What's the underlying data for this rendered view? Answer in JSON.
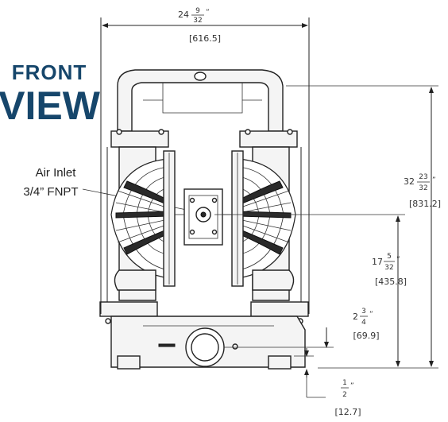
{
  "title": {
    "line1": "FRONT",
    "line2": "VIEW"
  },
  "callout": {
    "line1": "Air Inlet",
    "line2": "3/4” FNPT"
  },
  "dimensions": {
    "width": {
      "whole": "24",
      "num": "9",
      "den": "32",
      "mark": "”",
      "metric": "[616.5]"
    },
    "height": {
      "whole": "32",
      "num": "23",
      "den": "32",
      "mark": "”",
      "metric": "[831.2]"
    },
    "inlet_height": {
      "whole": "17",
      "num": "5",
      "den": "32",
      "mark": "”",
      "metric": "[435.8]"
    },
    "base_height": {
      "whole": "2",
      "num": "3",
      "den": "4",
      "mark": "”",
      "metric": "[69.9]"
    },
    "foot": {
      "whole": "",
      "num": "1",
      "den": "2",
      "mark": "”",
      "metric": "[12.7]"
    }
  },
  "colors": {
    "title": "#16466b",
    "line": "#222222"
  }
}
